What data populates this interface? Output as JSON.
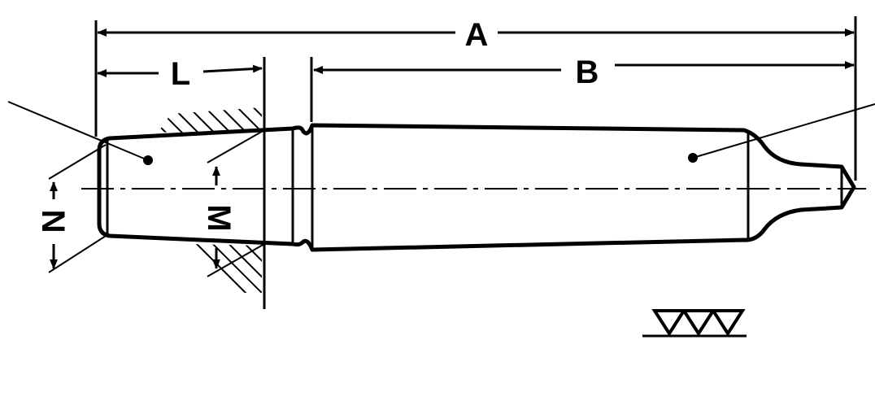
{
  "diagram": {
    "labels": {
      "A": "A",
      "B": "B",
      "L": "L",
      "M": "M",
      "N": "N"
    },
    "surface_finish_symbol": "▽▽▽",
    "colors": {
      "ink": "#000000",
      "background": "#ffffff"
    }
  }
}
